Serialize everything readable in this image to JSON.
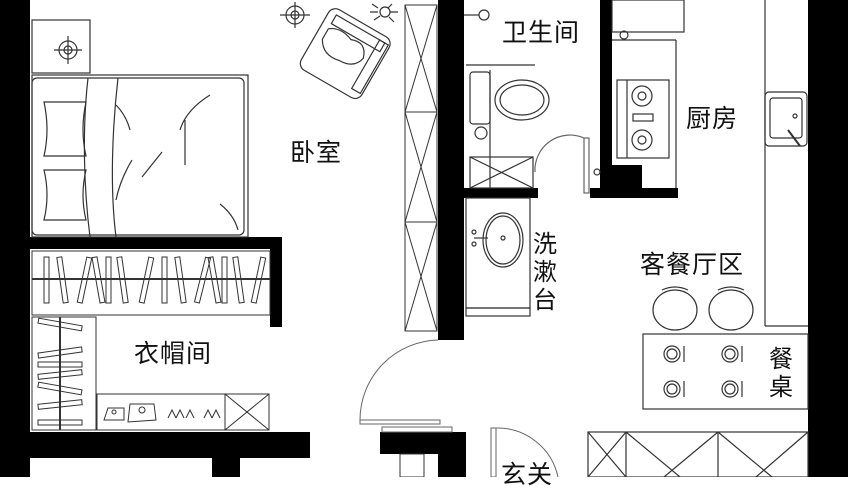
{
  "floor_plan": {
    "colors": {
      "wall": "#000000",
      "line": "#333333",
      "background": "#ffffff"
    },
    "rooms": {
      "bedroom": {
        "label": "卧室"
      },
      "bathroom": {
        "label": "卫生间"
      },
      "kitchen": {
        "label": "厨房"
      },
      "vanity": {
        "label": "洗漱台"
      },
      "living_dining": {
        "label": "客餐厅区"
      },
      "walk_in_closet": {
        "label": "衣帽间"
      },
      "dining_table": {
        "label": "餐桌"
      },
      "entrance": {
        "label": "玄关"
      }
    }
  }
}
